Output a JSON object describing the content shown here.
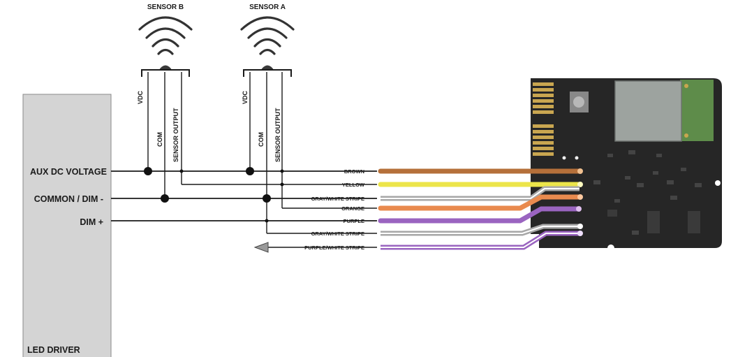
{
  "sensors": {
    "sensor_b": {
      "title": "SENSOR B",
      "vdc": "VDC",
      "com": "COM",
      "output": "SENSOR OUTPUT"
    },
    "sensor_a": {
      "title": "SENSOR A",
      "vdc": "VDC",
      "com": "COM",
      "output": "SENSOR OUTPUT"
    }
  },
  "driver": {
    "title": "LED DRIVER",
    "terminals": [
      "AUX DC VOLTAGE",
      "COMMON / DIM -",
      "DIM +"
    ]
  },
  "wires": [
    {
      "label": "BROWN",
      "color": "#b5703a"
    },
    {
      "label": "YELLOW",
      "color": "#ece54a"
    },
    {
      "label": "GRAY/WHITE STRIPE",
      "color": "#a7a7a7"
    },
    {
      "label": "ORANGE",
      "color": "#e98a4e"
    },
    {
      "label": "PURPLE",
      "color": "#9a64c0"
    },
    {
      "label": "GRAY/WHITE STRIPE",
      "color": "#a7a7a7"
    },
    {
      "label": "PURPLE/WHITE STRIPE",
      "color": "#9a64c0"
    }
  ],
  "colors": {
    "driver_box": "#d4d4d4",
    "pcb": "#262626",
    "gold": "#c9a650",
    "relay": "#9da39f",
    "pcb_green": "#5e8c4a"
  }
}
